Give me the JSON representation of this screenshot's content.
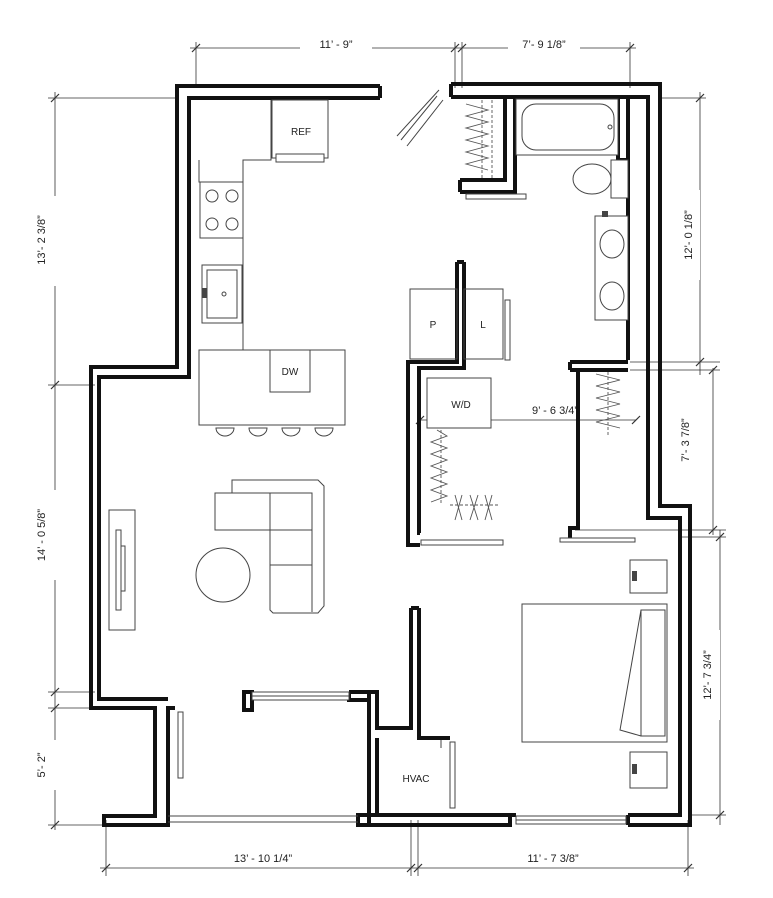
{
  "colors": {
    "wall": "#111111",
    "fixture": "#444444",
    "dimension": "#333333",
    "background": "#ffffff"
  },
  "dimensions": {
    "top_left": "11’ - 9”",
    "top_right": "7’- 9 1/8”",
    "left_upper": "13’- 2 3/8”",
    "left_middle": "14’ - 0 5/8”",
    "left_lower": "5’- 2”",
    "right_upper": "12’- 0 1/8”",
    "right_middle": "7’- 3 7/8”",
    "right_lower": "12’- 7 3/4”",
    "bottom_left": "13’ - 10 1/4”",
    "bottom_right": "11’ - 7 3/8”",
    "interior_closet": "9’ - 6 3/4”"
  },
  "labels": {
    "refrigerator": "REF",
    "dishwasher": "DW",
    "pantry": "P",
    "linen": "L",
    "washer_dryer": "W/D",
    "hvac": "HVAC"
  }
}
